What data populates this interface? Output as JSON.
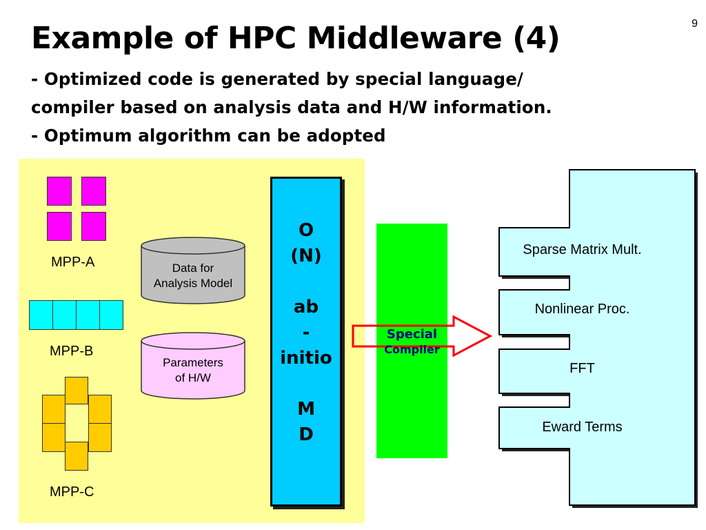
{
  "slide": {
    "page_number": "9",
    "title": "Example of HPC Middleware (4)",
    "subtitle_lines": [
      "- Optimized code is generated by special language/",
      "compiler based on analysis data and H/W information.",
      "- Optimum algorithm can be adopted"
    ]
  },
  "diagram": {
    "machines": {
      "mpp_a": "MPP-A",
      "mpp_b": "MPP-B",
      "mpp_c": "MPP-C"
    },
    "databases": {
      "analysis_line1": "Data for",
      "analysis_line2": "Analysis Model",
      "hw_line1": "Parameters",
      "hw_line2": "of H/W"
    },
    "application_lines": [
      "O",
      "(N)",
      "",
      "ab",
      "-",
      "initio",
      "",
      "M",
      "D"
    ],
    "compiler": {
      "line1": "Special",
      "line2": "Compiler"
    },
    "library_items": [
      "Sparse Matrix Mult.",
      "Nonlinear Proc.",
      "FFT",
      "Eward Terms"
    ]
  },
  "colors": {
    "panel_bg": "#ffff99",
    "mpp_a": "#ff00ff",
    "mpp_b": "#00ffff",
    "mpp_c": "#ffcc00",
    "analysis_db": "#c0c0c0",
    "hw_db": "#ffccff",
    "application": "#00ccff",
    "compiler": "#00ff00",
    "compiler_text": "#000080",
    "arrow": "#ff0000",
    "library": "#ccffff"
  }
}
